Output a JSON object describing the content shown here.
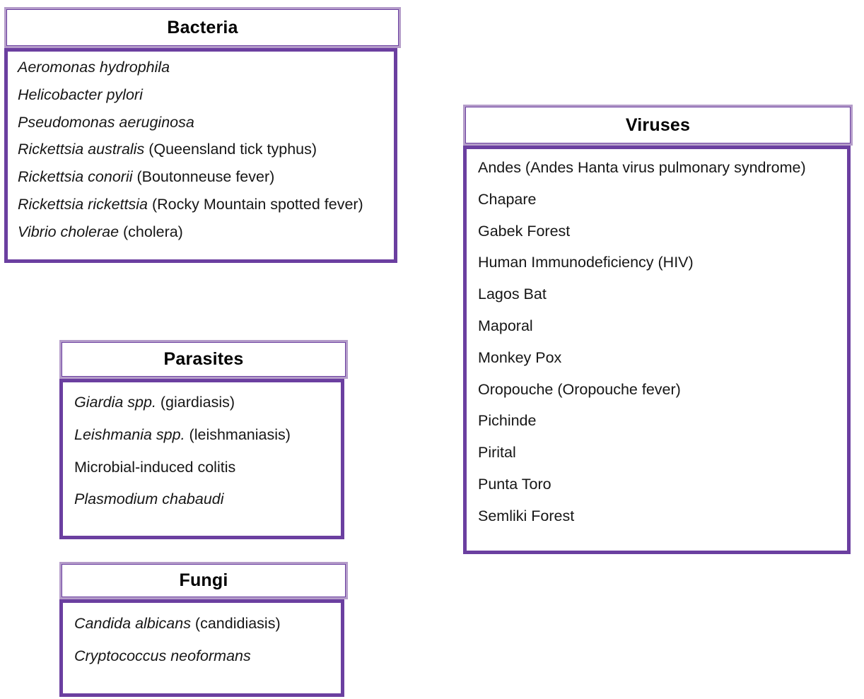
{
  "figure": {
    "accent_color": "#6b3fa0",
    "header_rule_color": "#b49cc9",
    "background_color": "#ffffff",
    "text_color": "#161616"
  },
  "cards": {
    "bacteria": {
      "title": "Bacteria",
      "items": [
        {
          "sci": "Aeromonas hydrophila",
          "common": ""
        },
        {
          "sci": "Helicobacter pylori",
          "common": ""
        },
        {
          "sci": "Pseudomonas aeruginosa",
          "common": ""
        },
        {
          "sci": "Rickettsia australis",
          "common": " (Queensland tick typhus)"
        },
        {
          "sci": "Rickettsia conorii",
          "common": " (Boutonneuse fever)"
        },
        {
          "sci": "Rickettsia rickettsia",
          "common": " (Rocky Mountain spotted fever)"
        },
        {
          "sci": "Vibrio cholerae",
          "common": " (cholera)"
        }
      ]
    },
    "parasites": {
      "title": "Parasites",
      "items": [
        {
          "sci": "Giardia spp.",
          "common": " (giardiasis)"
        },
        {
          "sci": "Leishmania spp.",
          "common": " (leishmaniasis)"
        },
        {
          "sci": "",
          "common": "Microbial-induced colitis"
        },
        {
          "sci": "Plasmodium chabaudi",
          "common": ""
        }
      ]
    },
    "fungi": {
      "title": "Fungi",
      "items": [
        {
          "sci": "Candida albicans",
          "common": " (candidiasis)"
        },
        {
          "sci": "Cryptococcus neoformans",
          "common": ""
        }
      ]
    },
    "viruses": {
      "title": "Viruses",
      "items": [
        {
          "sci": "",
          "common": "Andes (Andes Hanta virus pulmonary syndrome)"
        },
        {
          "sci": "",
          "common": "Chapare"
        },
        {
          "sci": "",
          "common": "Gabek Forest"
        },
        {
          "sci": "",
          "common": "Human Immunodeficiency (HIV)"
        },
        {
          "sci": "",
          "common": "Lagos Bat"
        },
        {
          "sci": "",
          "common": "Maporal"
        },
        {
          "sci": "",
          "common": "Monkey Pox"
        },
        {
          "sci": "",
          "common": "Oropouche (Oropouche fever)"
        },
        {
          "sci": "",
          "common": "Pichinde"
        },
        {
          "sci": "",
          "common": "Pirital"
        },
        {
          "sci": "",
          "common": "Punta Toro"
        },
        {
          "sci": "",
          "common": "Semliki Forest"
        }
      ]
    }
  }
}
